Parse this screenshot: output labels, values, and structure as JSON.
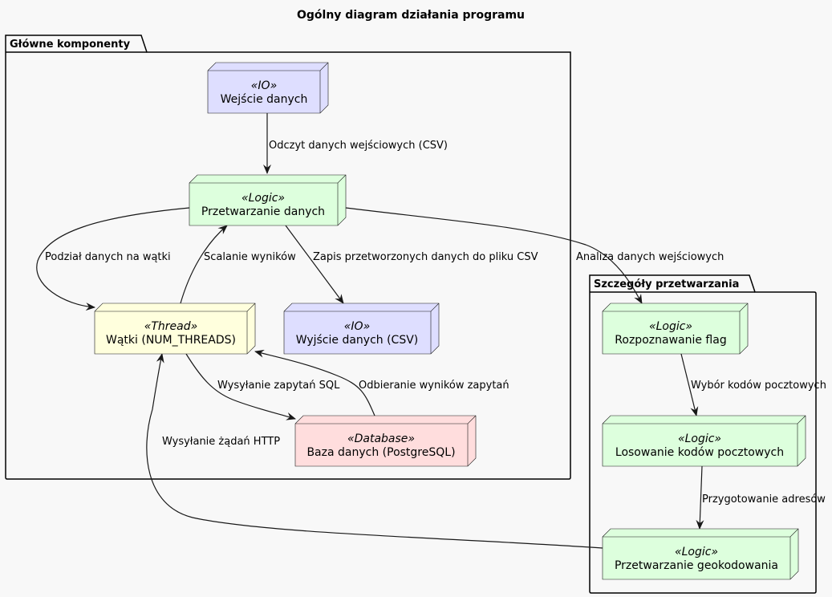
{
  "title": "Ogólny diagram działania programu",
  "packages": {
    "main": {
      "label": "Główne komponenty"
    },
    "details": {
      "label": "Szczegóły przetwarzania"
    }
  },
  "colors": {
    "io": "#dedeff",
    "logic": "#ddffdd",
    "thread": "#ffffdd",
    "database": "#ffdddd",
    "background": "#f8f8f8"
  },
  "nodes": {
    "input": {
      "stereotype": "«IO»",
      "label": "Wejście danych"
    },
    "processing": {
      "stereotype": "«Logic»",
      "label": "Przetwarzanie danych"
    },
    "threads": {
      "stereotype": "«Thread»",
      "label": "Wątki (NUM_THREADS)"
    },
    "output": {
      "stereotype": "«IO»",
      "label": "Wyjście danych (CSV)"
    },
    "database": {
      "stereotype": "«Database»",
      "label": "Baza danych (PostgreSQL)"
    },
    "flags": {
      "stereotype": "«Logic»",
      "label": "Rozpoznawanie flag"
    },
    "postal": {
      "stereotype": "«Logic»",
      "label": "Losowanie kodów pocztowych"
    },
    "geocoding": {
      "stereotype": "«Logic»",
      "label": "Przetwarzanie geokodowania"
    }
  },
  "edges": {
    "read_input": "Odczyt danych wejściowych (CSV)",
    "split_threads": "Podział danych na wątki",
    "merge_results": "Scalanie wyników",
    "save_output": "Zapis przetworzonych danych do pliku CSV",
    "analyze_input": "Analiza danych wejściowych",
    "send_sql": "Wysyłanie zapytań SQL",
    "receive_results": "Odbieranie wyników zapytań",
    "send_http": "Wysyłanie żądań HTTP",
    "choose_postal": "Wybór kodów pocztowych",
    "prepare_address": "Przygotowanie adresów"
  }
}
